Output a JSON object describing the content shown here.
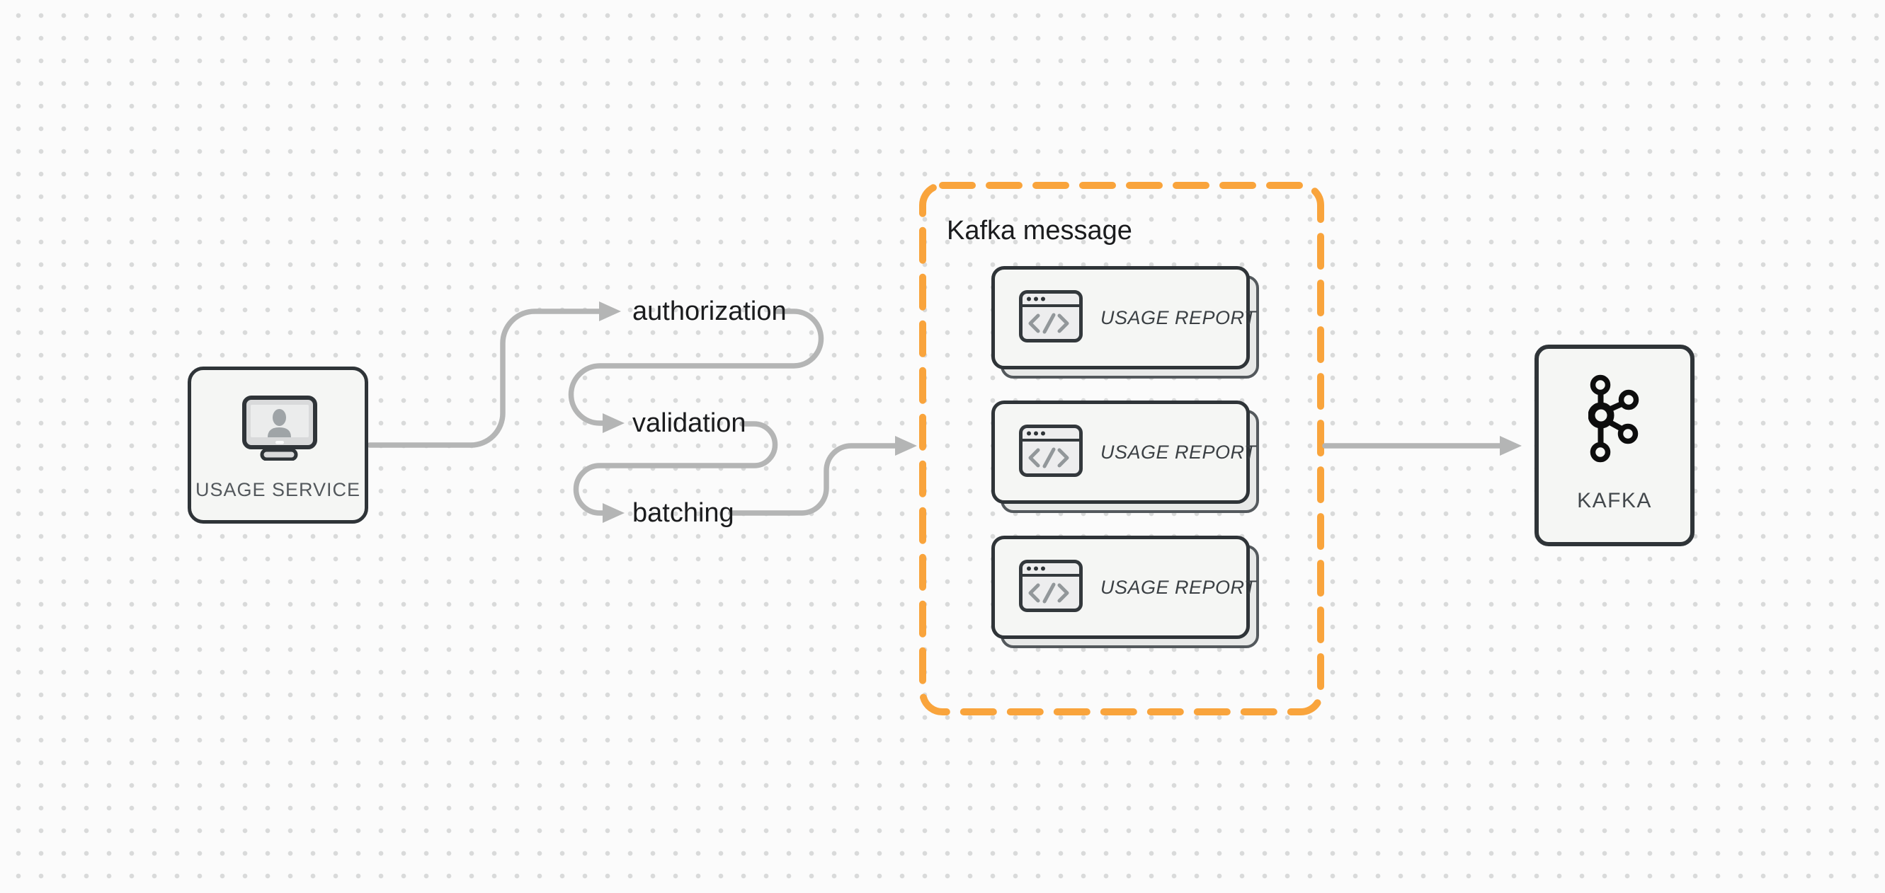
{
  "usage_service": {
    "label": "USAGE SERVICE",
    "icon": "monitor-user-icon"
  },
  "pipeline_steps": [
    {
      "label": "authorization"
    },
    {
      "label": "validation"
    },
    {
      "label": "batching"
    }
  ],
  "kafka_message_group": {
    "title": "Kafka message",
    "cards": [
      {
        "label": "USAGE REPORT",
        "icon": "code-window-icon"
      },
      {
        "label": "USAGE REPORT",
        "icon": "code-window-icon"
      },
      {
        "label": "USAGE REPORT",
        "icon": "code-window-icon"
      }
    ]
  },
  "kafka": {
    "label": "KAFKA",
    "icon": "kafka-logo-icon"
  },
  "flows": [
    {
      "from": "usage-service",
      "to": "authorization"
    },
    {
      "from": "authorization",
      "to": "validation"
    },
    {
      "from": "validation",
      "to": "batching"
    },
    {
      "from": "batching",
      "to": "kafka-message-group"
    },
    {
      "from": "kafka-message-group",
      "to": "kafka"
    }
  ],
  "colors": {
    "accent_orange": "#f9a43c",
    "arrow_gray": "#b4b5b5",
    "node_border": "#2f3438",
    "node_fill": "#f5f6f4",
    "canvas_background": "#fbfbfb",
    "dot_grid": "#d9dada",
    "text_dark": "#1b1c1e"
  }
}
